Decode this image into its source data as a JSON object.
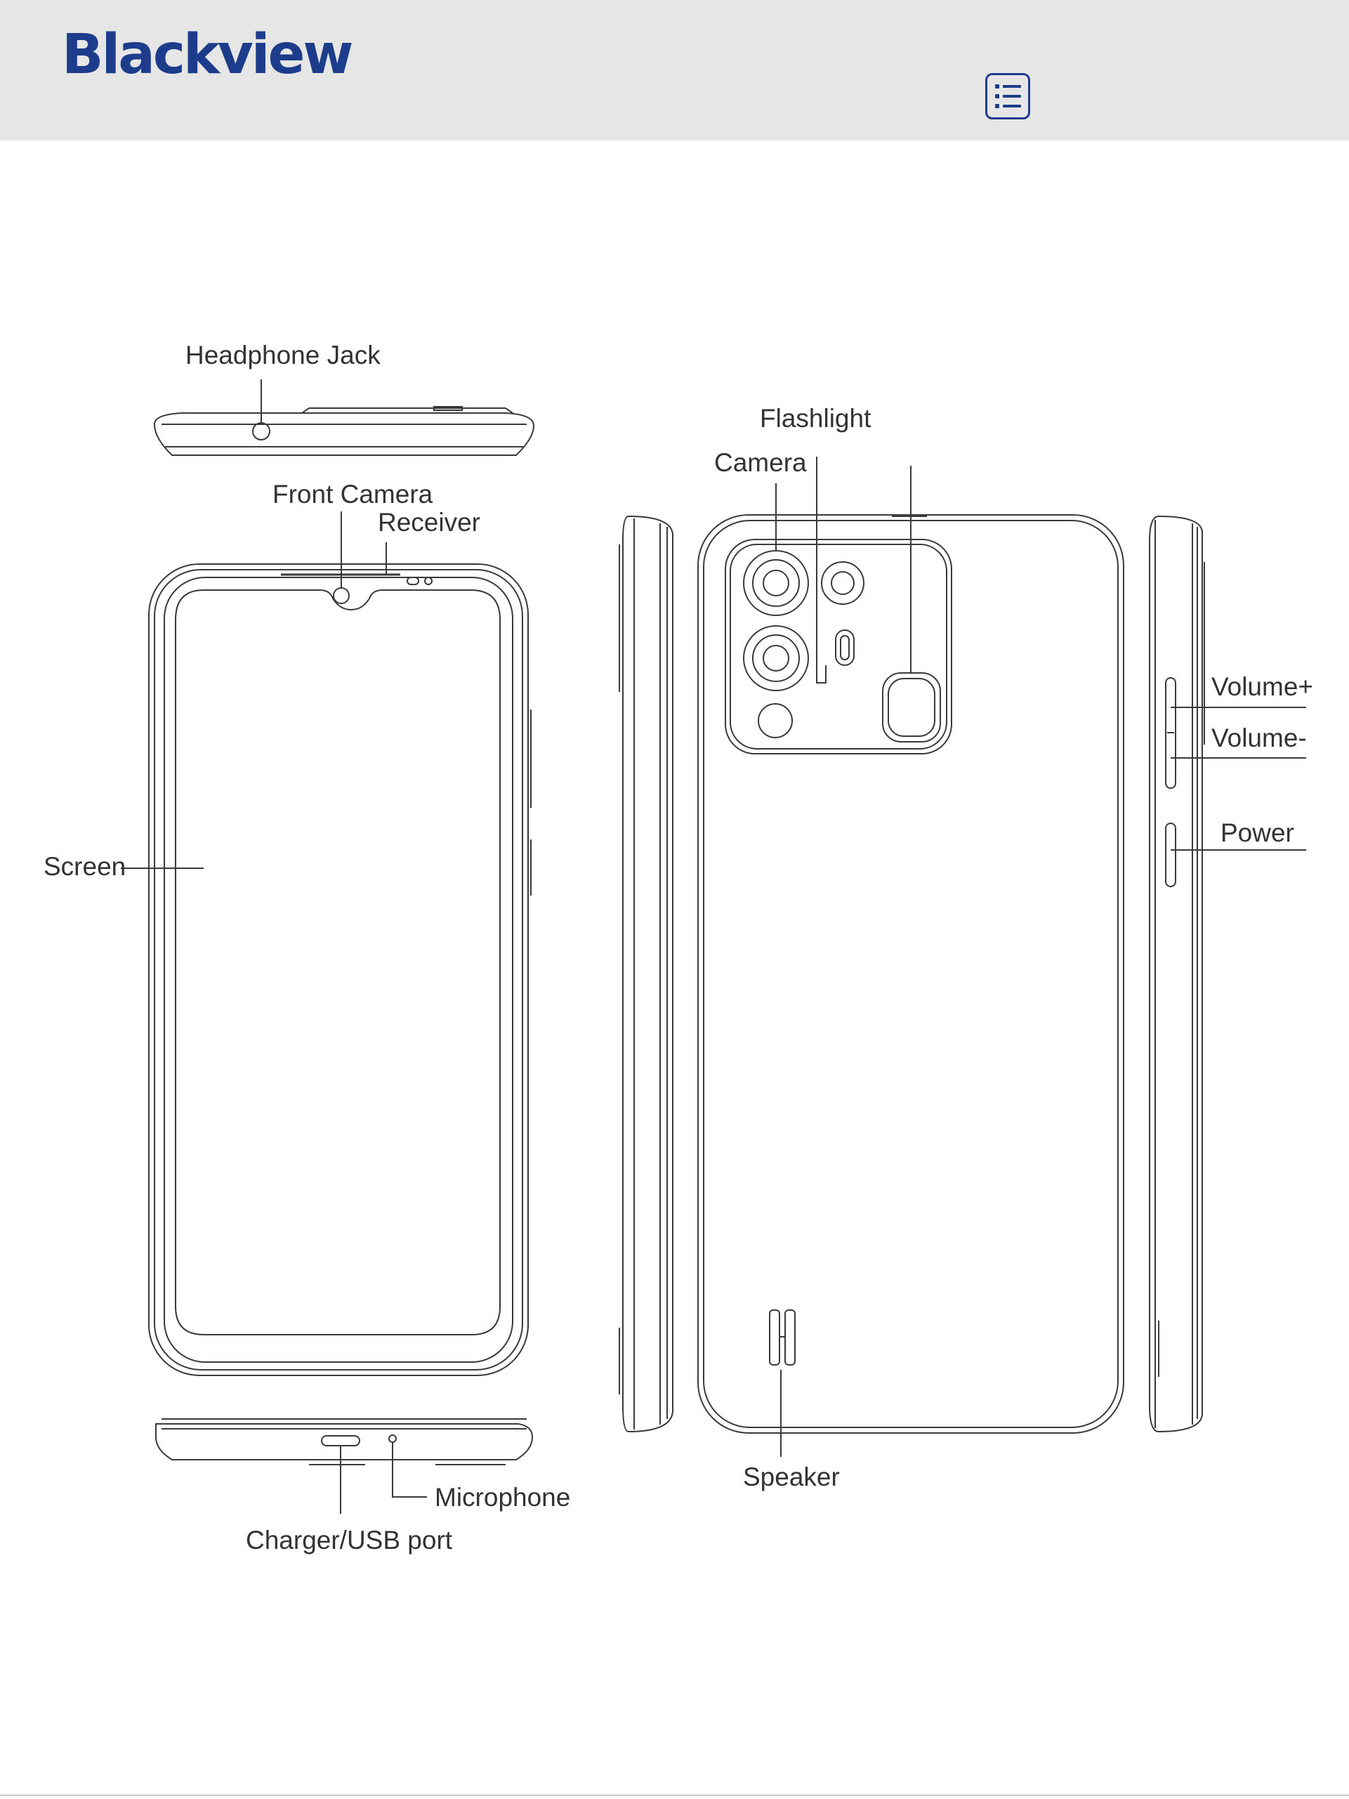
{
  "header": {
    "brand": "Blackview",
    "toc_icon": "list-menu-icon",
    "brand_color": "#1d3c8c",
    "background_color": "#e6e6e6"
  },
  "labels": {
    "headphone_jack": "Headphone Jack",
    "front_camera": "Front Camera",
    "receiver": "Receiver",
    "screen": "Screen",
    "microphone": "Microphone",
    "charger_usb_port": "Charger/USB port",
    "flashlight": "Flashlight",
    "camera": "Camera",
    "speaker": "Speaker",
    "volume_up": "Volume+",
    "volume_down": "Volume-",
    "power": "Power"
  }
}
